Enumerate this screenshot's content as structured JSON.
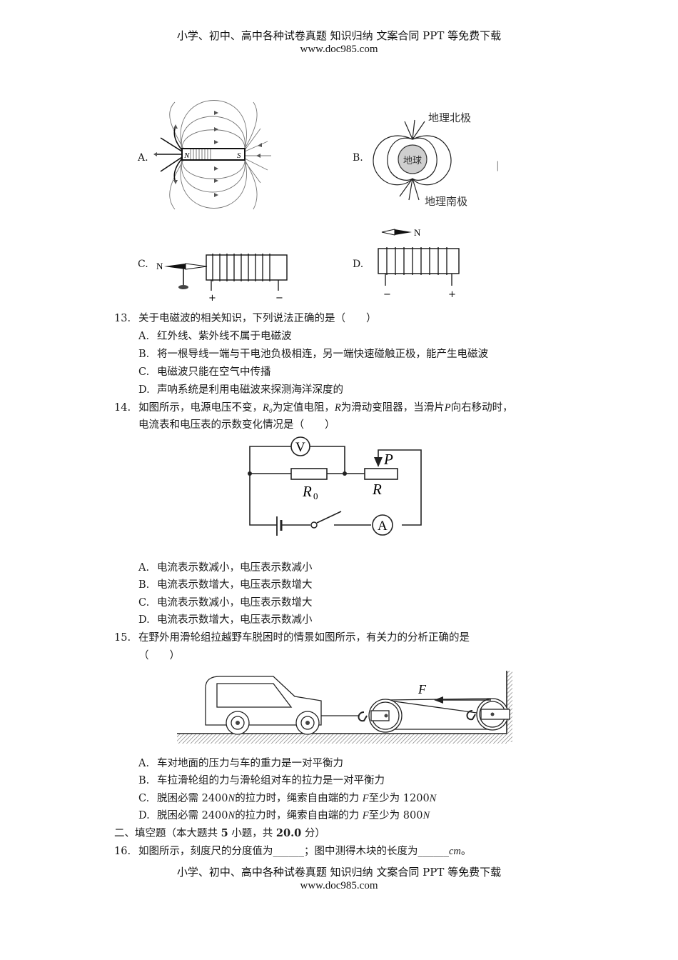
{
  "header": {
    "line1": "小学、初中、高中各种试卷真题  知识归纳  文案合同  PPT 等免费下载",
    "line2": "www.doc985.com"
  },
  "q12_figures": {
    "A": {
      "label": "A.",
      "magnet_n": "N",
      "magnet_s": "S"
    },
    "B": {
      "label": "B.",
      "earth": "地球",
      "north": "地理北极",
      "south": "地理南极",
      "stray_mark": "|"
    },
    "C": {
      "label": "C.",
      "needle_n": "N",
      "plus": "+",
      "minus": "−"
    },
    "D": {
      "label": "D.",
      "needle_n": "N",
      "plus": "+",
      "minus": "−"
    }
  },
  "q13": {
    "number": "13.",
    "stem": "关于电磁波的相关知识，下列说法正确的是（　　）",
    "options": [
      {
        "label": "A.",
        "text": "红外线、紫外线不属于电磁波"
      },
      {
        "label": "B.",
        "text": "将一根导线一端与干电池负极相连，另一端快速碰触正极，能产生电磁波"
      },
      {
        "label": "C.",
        "text": "电磁波只能在空气中传播"
      },
      {
        "label": "D.",
        "text": "声呐系统是利用电磁波来探测海洋深度的"
      }
    ]
  },
  "q14": {
    "number": "14.",
    "stem_part1": "如图所示，电源电压不变，",
    "r0": "R₀",
    "stem_part2": "为定值电阻，",
    "r": "R",
    "stem_part3": "为滑动变阻器，当滑片",
    "p": "P",
    "stem_part4": "向右移动时，",
    "stem_line2": "电流表和电压表的示数变化情况是（　　）",
    "circuit": {
      "voltmeter": "V",
      "ammeter": "A",
      "r0_label": "R",
      "r0_sub": "0",
      "r_label": "R",
      "p_label": "P"
    },
    "options": [
      {
        "label": "A.",
        "text": "电流表示数减小，电压表示数减小"
      },
      {
        "label": "B.",
        "text": "电流表示数增大，电压表示数增大"
      },
      {
        "label": "C.",
        "text": "电流表示数减小，电压表示数增大"
      },
      {
        "label": "D.",
        "text": "电流表示数增大，电压表示数减小"
      }
    ]
  },
  "q15": {
    "number": "15.",
    "stem": "在野外用滑轮组拉越野车脱困时的情景如图所示，有关力的分析正确的是",
    "stem_line2": "（　　）",
    "figure": {
      "force_label": "F"
    },
    "options": [
      {
        "label": "A.",
        "text": "车对地面的压力与车的重力是一对平衡力"
      },
      {
        "label": "B.",
        "text": "车拉滑轮组的力与滑轮组对车的拉力是一对平衡力"
      },
      {
        "label": "C.",
        "pre": "脱困必需 2400",
        "unit1": "N",
        "mid": "的拉力时，绳索自由端的力 ",
        "f": "F",
        "post": "至少为 1200",
        "unit2": "N"
      },
      {
        "label": "D.",
        "pre": "脱困必需 2400",
        "unit1": "N",
        "mid": "的拉力时，绳索自由端的力 ",
        "f": "F",
        "post": "至少为 800",
        "unit2": "N"
      }
    ]
  },
  "section2": {
    "title_pre": "二、填空题（本大题共 ",
    "count": "5",
    "title_mid": " 小题，共 ",
    "score": "20.0",
    "title_post": " 分）"
  },
  "q16": {
    "number": "16.",
    "text1": "如图所示，刻度尺的分度值为",
    "blank1": "______",
    "text2": "；图中测得木块的长度为",
    "blank2": "______",
    "unit": "cm",
    "end": "。"
  },
  "footer": {
    "line1": "小学、初中、高中各种试卷真题  知识归纳  文案合同  PPT 等免费下载",
    "line2": "www.doc985.com"
  }
}
